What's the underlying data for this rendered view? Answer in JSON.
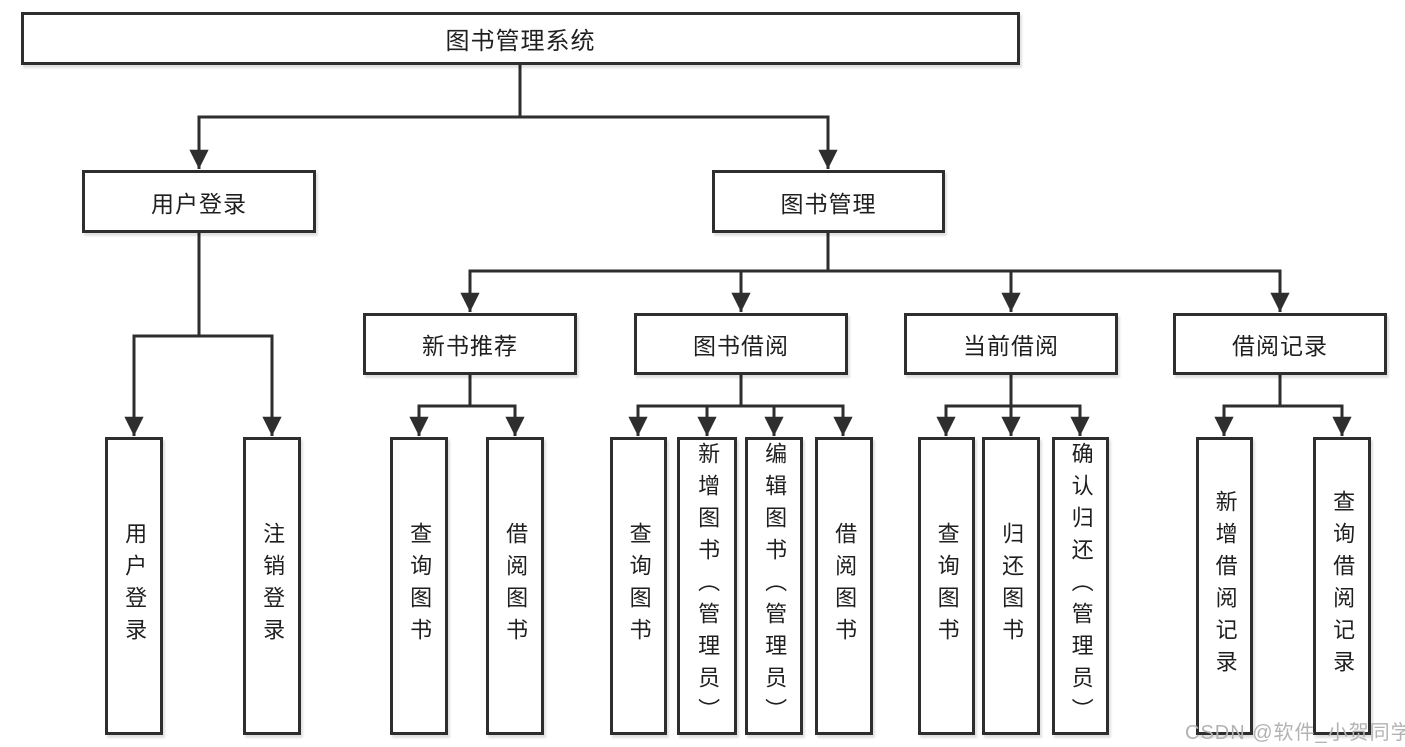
{
  "tree": {
    "label": "图书管理系统",
    "children": [
      {
        "label": "用户登录",
        "children": [
          {
            "label": "用户登录"
          },
          {
            "label": "注销登录"
          }
        ]
      },
      {
        "label": "图书管理",
        "children": [
          {
            "label": "新书推荐",
            "children": [
              {
                "label": "查询图书"
              },
              {
                "label": "借阅图书"
              }
            ]
          },
          {
            "label": "图书借阅",
            "children": [
              {
                "label": "查询图书"
              },
              {
                "label": "新增图书（管理员）"
              },
              {
                "label": "编辑图书（管理员）"
              },
              {
                "label": "借阅图书"
              }
            ]
          },
          {
            "label": "当前借阅",
            "children": [
              {
                "label": "查询图书"
              },
              {
                "label": "归还图书"
              },
              {
                "label": "确认归还（管理员）"
              }
            ]
          },
          {
            "label": "借阅记录",
            "children": [
              {
                "label": "新增借阅记录"
              },
              {
                "label": "查询借阅记录"
              }
            ]
          }
        ]
      }
    ]
  },
  "watermark": {
    "label": "CSDN @软件_小贺同学"
  },
  "colors": {
    "line": "#2e2e2e",
    "box_border": "#2e2e2e",
    "text": "#1f1f1f",
    "watermark_text": "#b3b3b3",
    "background": "#ffffff"
  }
}
